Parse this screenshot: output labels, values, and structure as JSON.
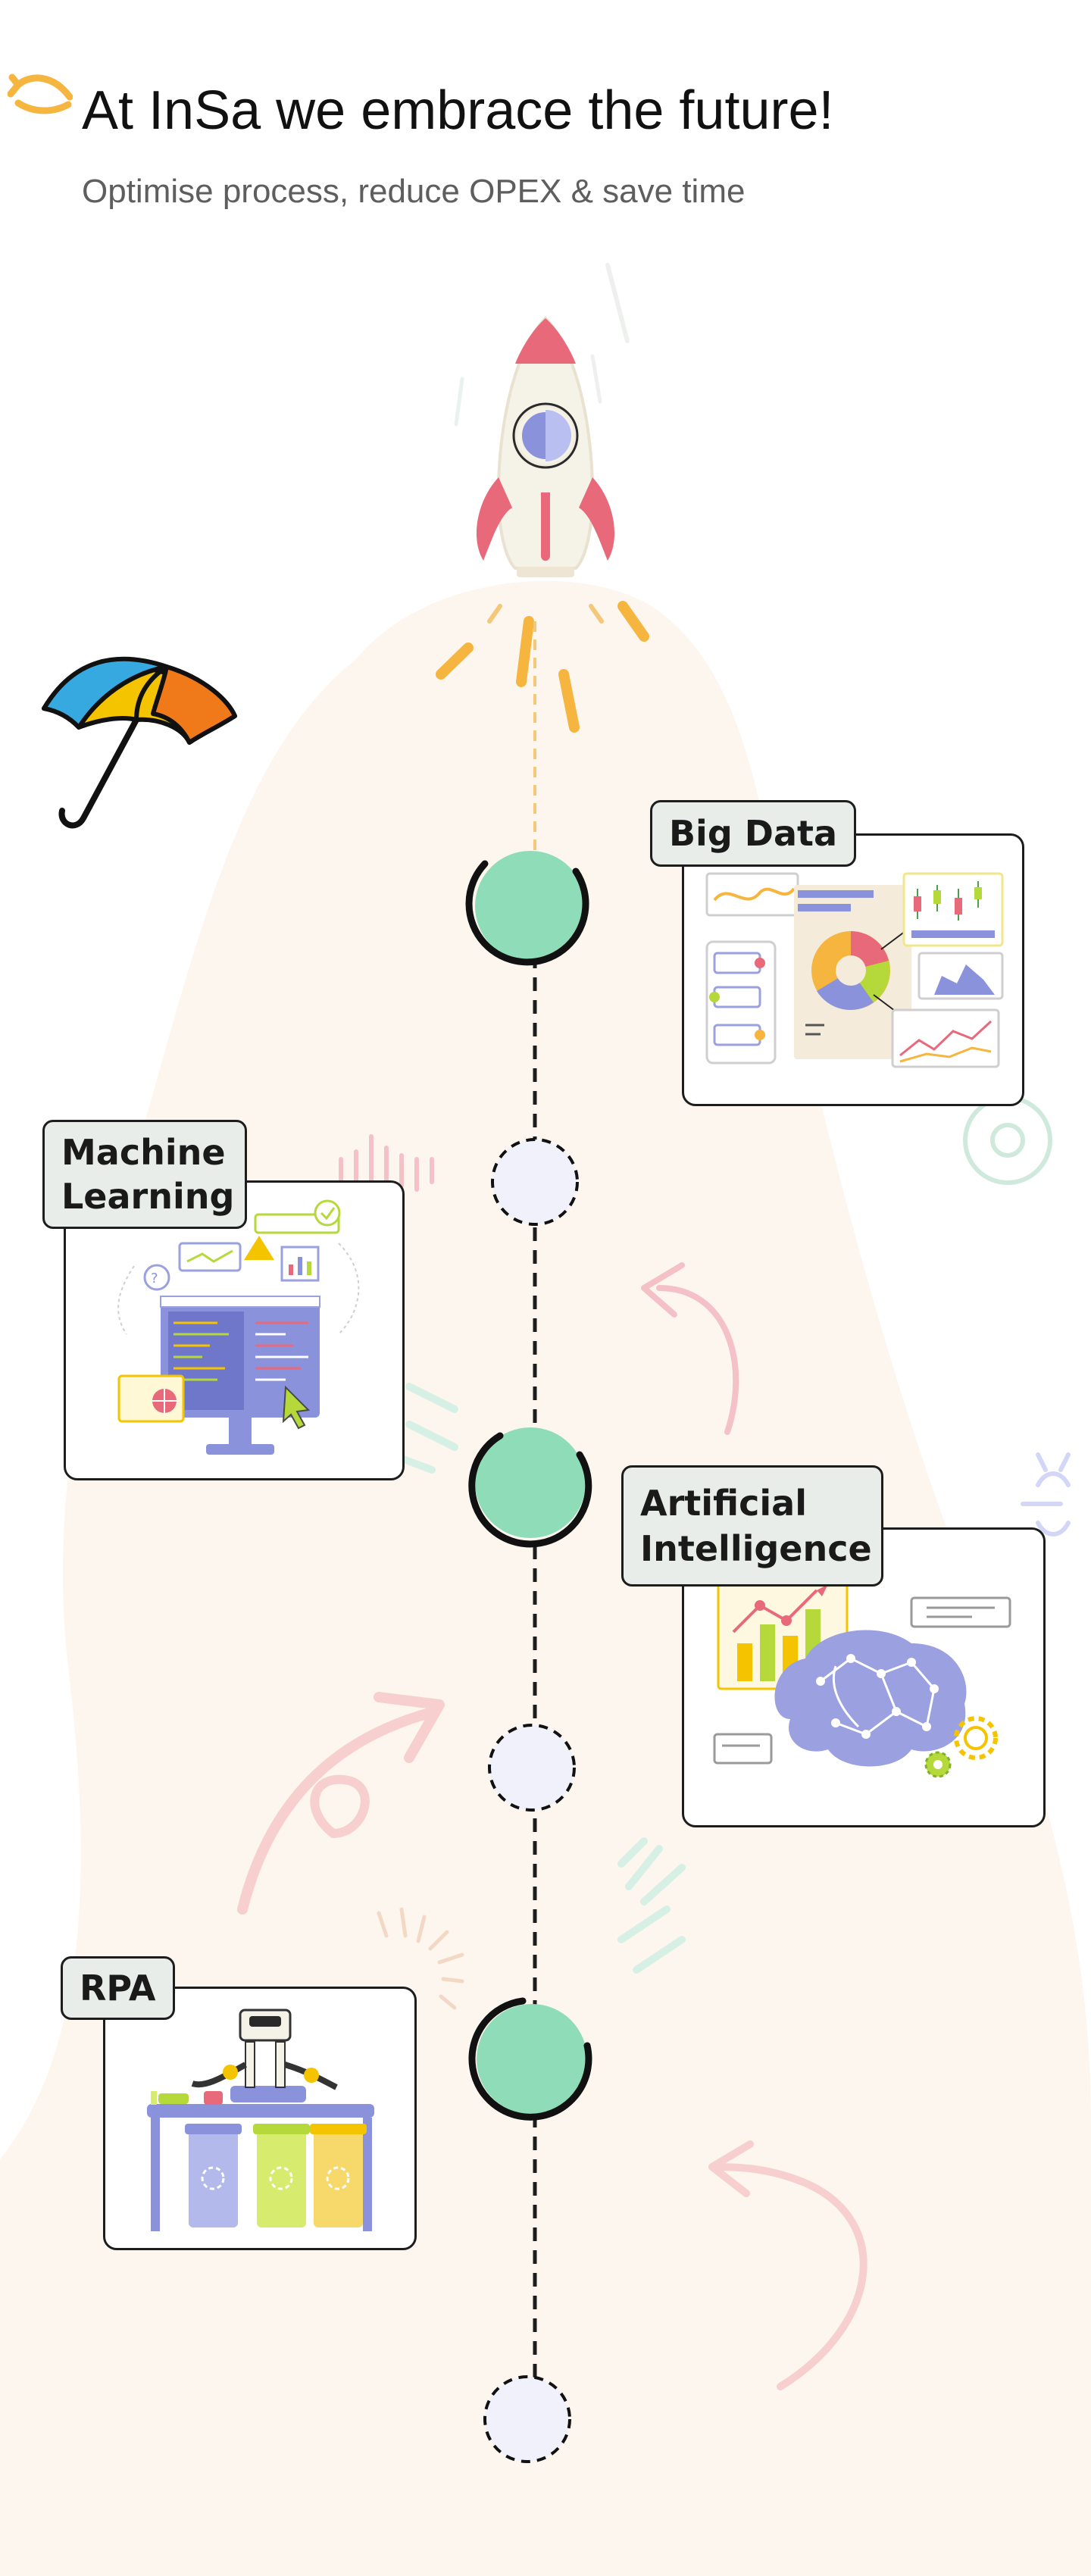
{
  "header": {
    "title": "At InSa we embrace the future!",
    "subtitle": "Optimise process, reduce OPEX & save time"
  },
  "timeline": {
    "items": [
      {
        "label": "Big Data",
        "side": "right"
      },
      {
        "label": "Machine Learning",
        "side": "left"
      },
      {
        "label": "Artificial Intelligence",
        "side": "right"
      },
      {
        "label": "RPA",
        "side": "left"
      }
    ]
  },
  "colors": {
    "node_filled": "#8fdcb8",
    "node_empty": "#f1f1fb",
    "accent_orange": "#f5b53f",
    "accent_pink": "#e8697a",
    "accent_purple": "#8a92dc",
    "background_blob": "#fdf6ee"
  },
  "icons": [
    "return-arrow-icon",
    "rocket-icon",
    "umbrella-icon"
  ]
}
